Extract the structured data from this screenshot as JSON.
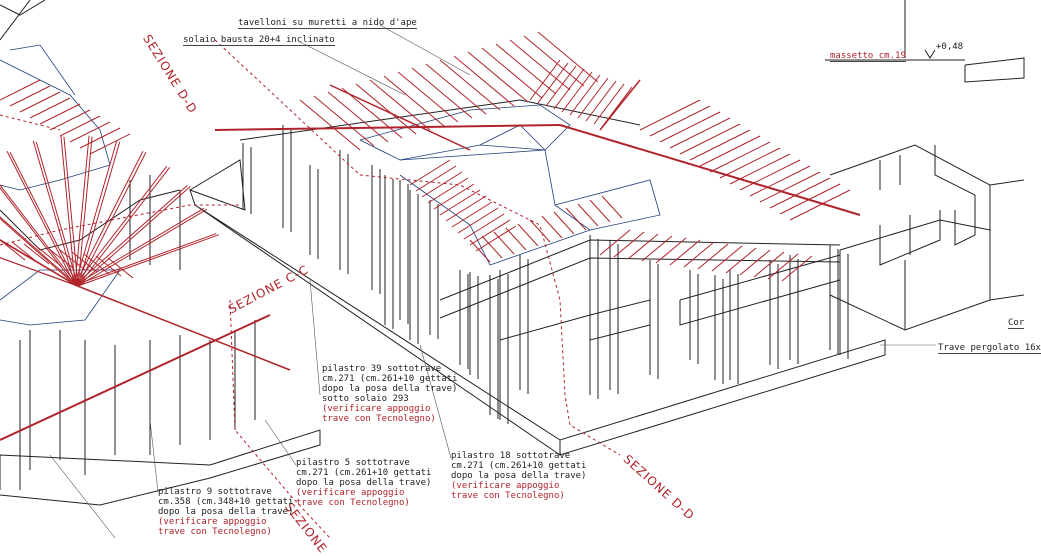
{
  "labels": {
    "tavelloni": "tavelloni su muretti a nido d'ape",
    "solaio": "solaio bausta 20+4 inclinato",
    "massetto": "massetto cm.19",
    "quota": "+0,48",
    "trave_pergolato": "Trave pergolato 16x",
    "con": "Cor"
  },
  "sections": {
    "dd_top": "SEZIONE D-D",
    "cc": "SEZIONE C-C",
    "dd_bottom": "SEZIONE D-D",
    "bottom_left": "SEZIONE"
  },
  "notes": [
    {
      "lines": [
        "pilastro 39 sottotrave",
        "cm.271 (cm.261+10 gettati",
        "dopo la posa della trave)",
        "sotto solaio 293"
      ],
      "red_lines": [
        "(verificare appoggio",
        "trave con Tecnolegno)"
      ]
    },
    {
      "lines": [
        "pilastro 5 sottotrave",
        "cm.271 (cm.261+10 gettati",
        "dopo la posa della trave)"
      ],
      "red_lines": [
        "(verificare appoggio",
        "trave con Tecnolegno)"
      ]
    },
    {
      "lines": [
        "pilastro 18 sottotrave",
        "cm.271 (cm.261+10 gettati",
        "dopo la posa della trave)"
      ],
      "red_lines": [
        "(verificare appoggio",
        "trave con Tecnolegno)"
      ]
    },
    {
      "lines": [
        "pilastro 9 sottotrave",
        "cm.358 (cm.348+10 gettati",
        "dopo la posa della trave)"
      ],
      "red_lines": [
        "(verificare appoggio",
        "trave con Tecnolegno)"
      ]
    }
  ],
  "colors": {
    "rafter": "#b0232a",
    "structure": "#222222",
    "roof": "#1f3f7a",
    "section_line": "#b0232a"
  }
}
